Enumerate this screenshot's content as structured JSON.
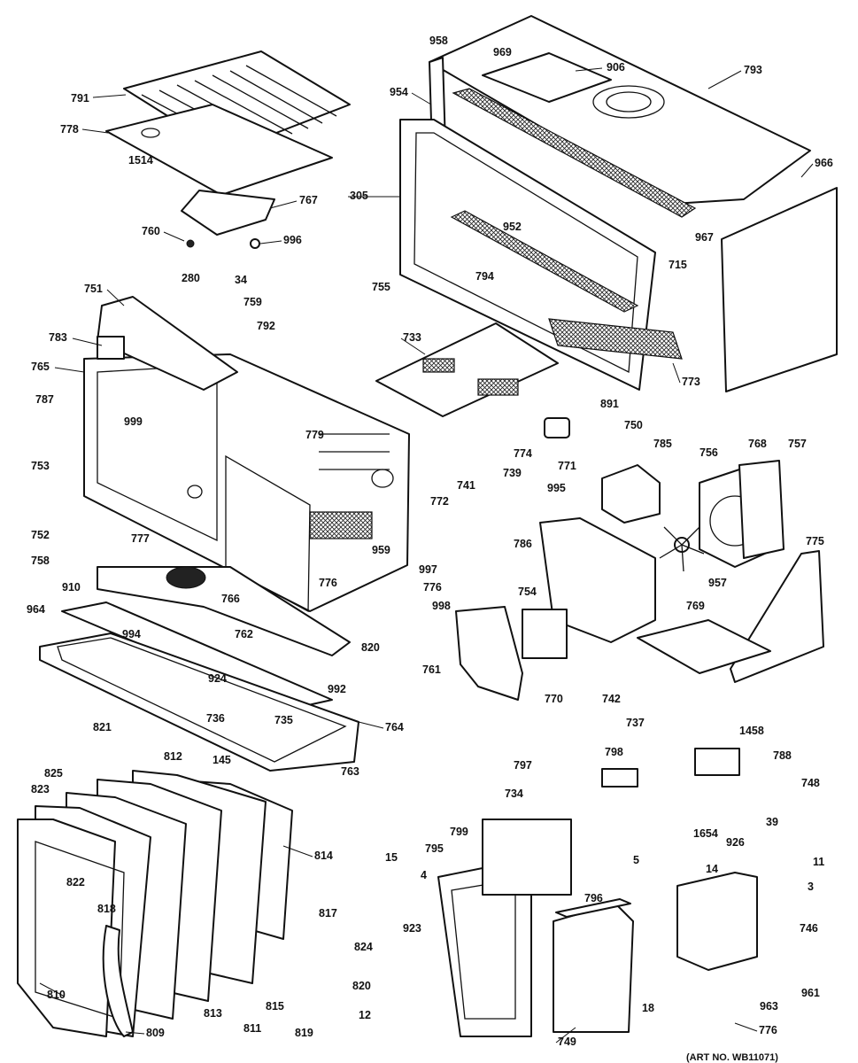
{
  "diagram": {
    "art_number": "(ART NO. WB11071)",
    "parts": [
      "791",
      "778",
      "1514",
      "767",
      "760",
      "996",
      "280",
      "34",
      "751",
      "759",
      "783",
      "792",
      "765",
      "787",
      "999",
      "779",
      "753",
      "752",
      "777",
      "758",
      "910",
      "766",
      "964",
      "762",
      "994",
      "924",
      "992",
      "736",
      "735",
      "145",
      "764",
      "763",
      "821",
      "812",
      "825",
      "823",
      "814",
      "822",
      "818",
      "817",
      "824",
      "820",
      "810",
      "813",
      "811",
      "815",
      "809",
      "819",
      "12",
      "15",
      "4",
      "923",
      "795",
      "796",
      "18",
      "749",
      "958",
      "969",
      "906",
      "954",
      "793",
      "305",
      "952",
      "966",
      "967",
      "715",
      "794",
      "755",
      "733",
      "773",
      "891",
      "774",
      "750",
      "739",
      "741",
      "772",
      "771",
      "785",
      "756",
      "768",
      "757",
      "995",
      "786",
      "957",
      "775",
      "997",
      "776",
      "998",
      "820",
      "761",
      "769",
      "754",
      "770",
      "742",
      "737",
      "1458",
      "788",
      "748",
      "798",
      "797",
      "734",
      "1654",
      "799",
      "5",
      "39",
      "11",
      "926",
      "14",
      "3",
      "746",
      "961",
      "963",
      "776",
      "959"
    ]
  }
}
